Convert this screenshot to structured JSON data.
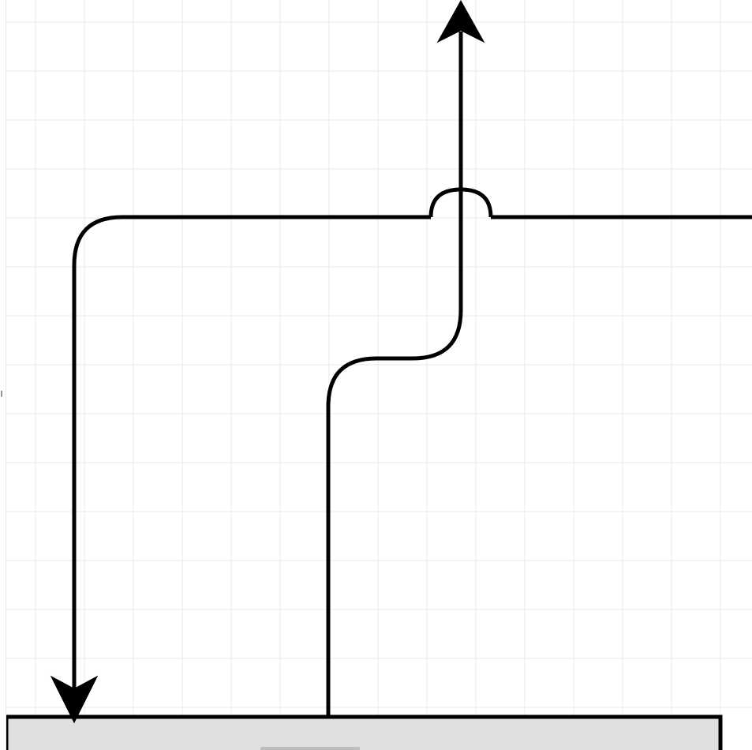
{
  "colors": {
    "canvas_background": "#ffffff",
    "grid_line": "#eaeaea",
    "connector_stroke": "#000000",
    "shape_fill": "#e0e0e0",
    "shape_stroke": "#000000"
  },
  "canvas": {
    "grid": true
  },
  "gutter": {
    "mark": "∥"
  },
  "diagram": {
    "connectors": [
      {
        "id": "edge-left-down",
        "from": "top-right",
        "to": "bottom-shape",
        "arrowhead": "end",
        "rounded": true
      },
      {
        "id": "edge-center-up",
        "from": "bottom-shape",
        "to": "top",
        "arrowhead": "end",
        "rounded": true,
        "line_jump": true
      }
    ],
    "shapes": [
      {
        "id": "bottom-rectangle",
        "type": "rectangle",
        "text": ""
      }
    ]
  }
}
